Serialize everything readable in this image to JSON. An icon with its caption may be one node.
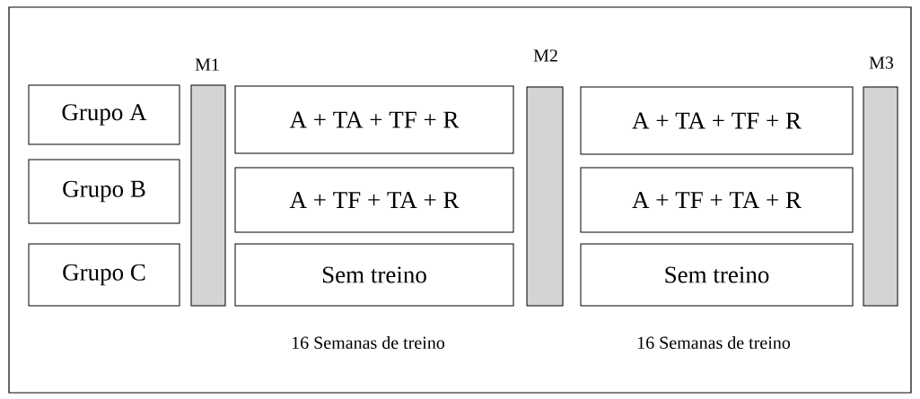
{
  "diagram": {
    "nodes": [
      {
        "text": [
          "Grupo A"
        ]
      },
      {
        "text": [
          "Grupo B"
        ]
      },
      {
        "text": [
          "Grupo C"
        ]
      },
      {
        "text": [
          "M1"
        ]
      },
      {
        "text": [
          "A + TA + TF + R"
        ]
      },
      {
        "text": [
          "A + TF + TA + R"
        ]
      },
      {
        "text": [
          "Sem treino"
        ]
      },
      {
        "text": [
          "M2"
        ]
      },
      {
        "text": [
          "A + TA + TF + R"
        ]
      },
      {
        "text": [
          "A + TF + TA + R"
        ]
      },
      {
        "text": [
          "Sem treino"
        ]
      },
      {
        "text": [
          "M3"
        ]
      }
    ],
    "edges": [],
    "labels": [
      "16 Semanas de treino",
      "16 Semanas de treino"
    ]
  }
}
